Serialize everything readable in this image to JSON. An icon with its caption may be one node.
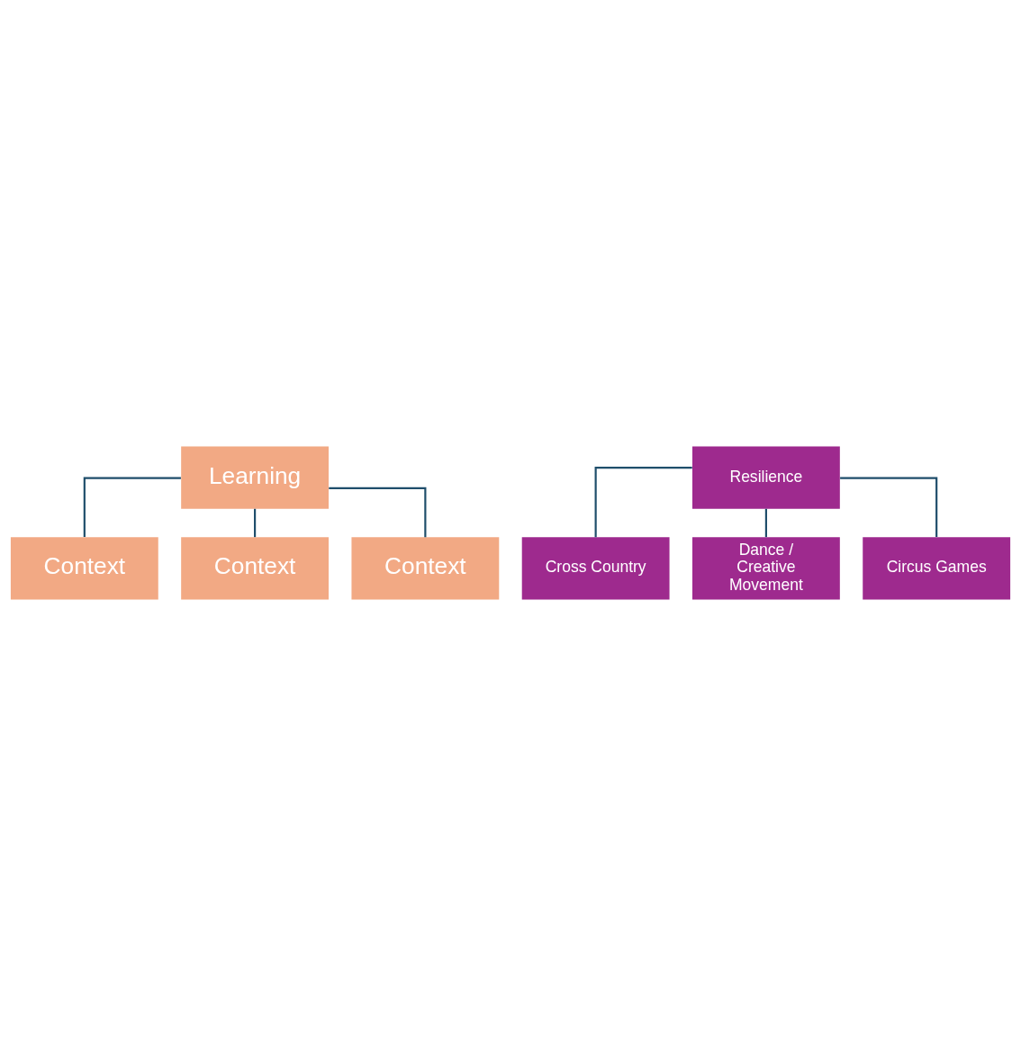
{
  "diagram": {
    "nodes": [
      {
        "text": [
          "Learning"
        ]
      },
      {
        "text": [
          "Context"
        ]
      },
      {
        "text": [
          "Context"
        ]
      },
      {
        "text": [
          "Context"
        ]
      },
      {
        "text": [
          "Resilience"
        ]
      },
      {
        "text": [
          "Cross Country"
        ]
      },
      {
        "text": [
          "Dance / Creative Movement"
        ]
      },
      {
        "text": [
          "Circus Games"
        ]
      }
    ],
    "edges": [
      {
        "from": 0,
        "to": 1,
        "arrow": "none"
      },
      {
        "from": 0,
        "to": 2,
        "arrow": "none"
      },
      {
        "from": 0,
        "to": 3,
        "arrow": "none"
      },
      {
        "from": 4,
        "to": 5,
        "arrow": "none"
      },
      {
        "from": 4,
        "to": 6,
        "arrow": "none"
      },
      {
        "from": 4,
        "to": 7,
        "arrow": "none"
      }
    ]
  }
}
